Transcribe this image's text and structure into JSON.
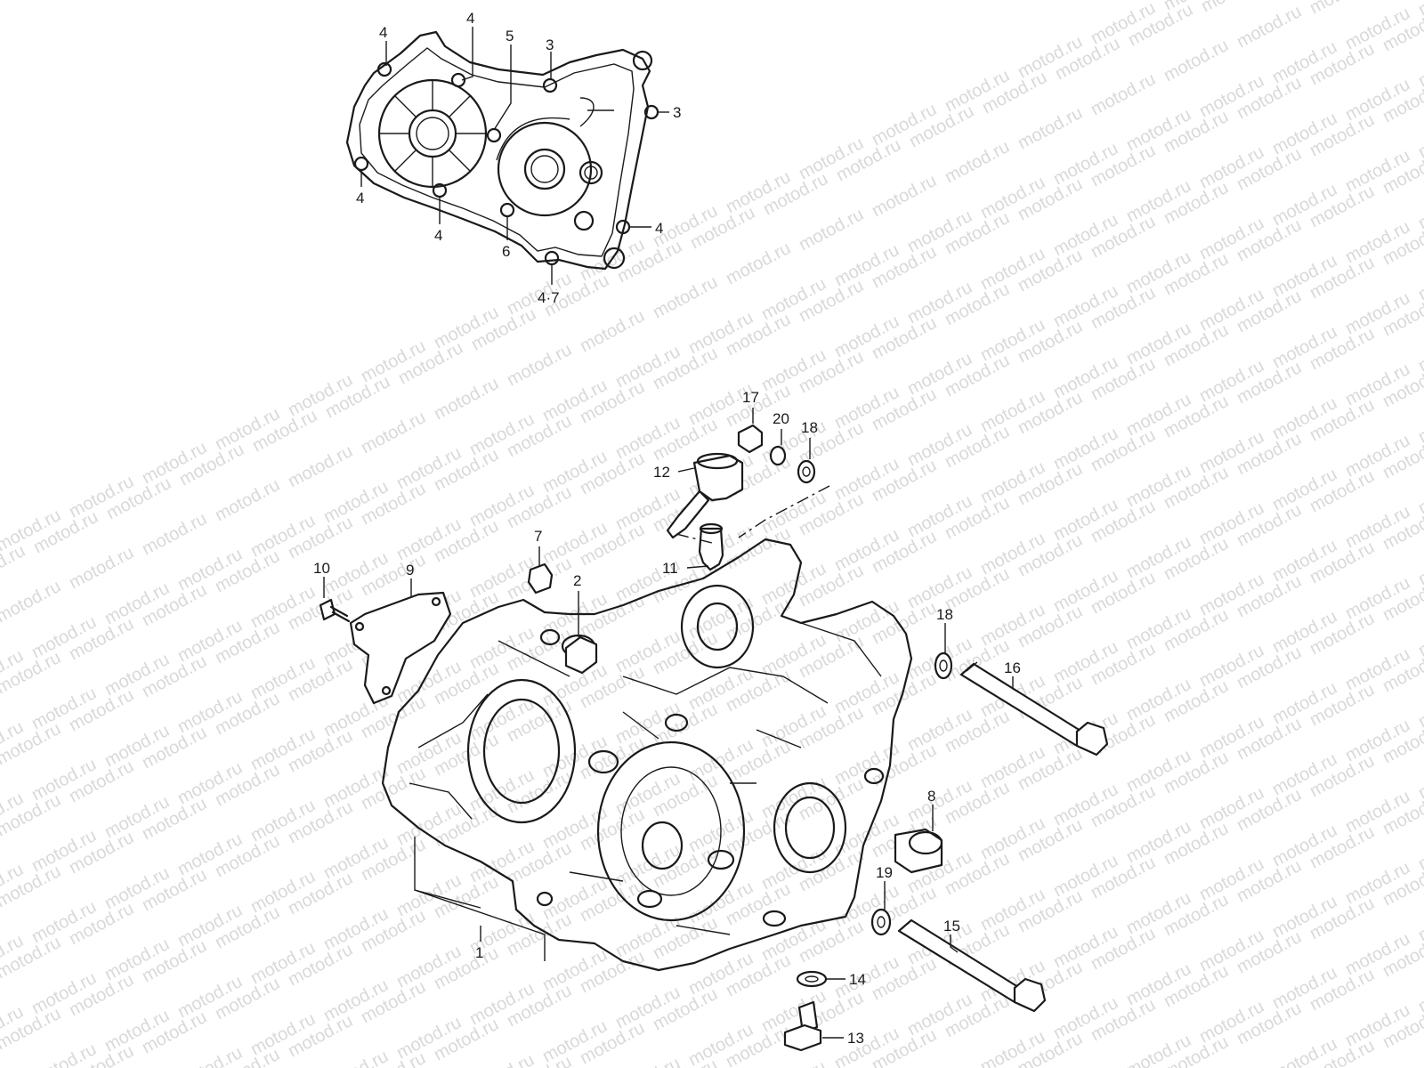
{
  "watermark_text": "motod.ru",
  "colors": {
    "line": "#1a1a1a",
    "watermark": "#d9d9d9",
    "background": "#ffffff"
  },
  "top_cover_callouts": [
    "4",
    "4",
    "5",
    "3",
    "3",
    "4",
    "4",
    "6",
    "4",
    "4·7"
  ],
  "main_callouts": [
    "17",
    "20",
    "18",
    "12",
    "7",
    "11",
    "2",
    "10",
    "9",
    "18",
    "16",
    "8",
    "19",
    "15",
    "1",
    "14",
    "13"
  ]
}
